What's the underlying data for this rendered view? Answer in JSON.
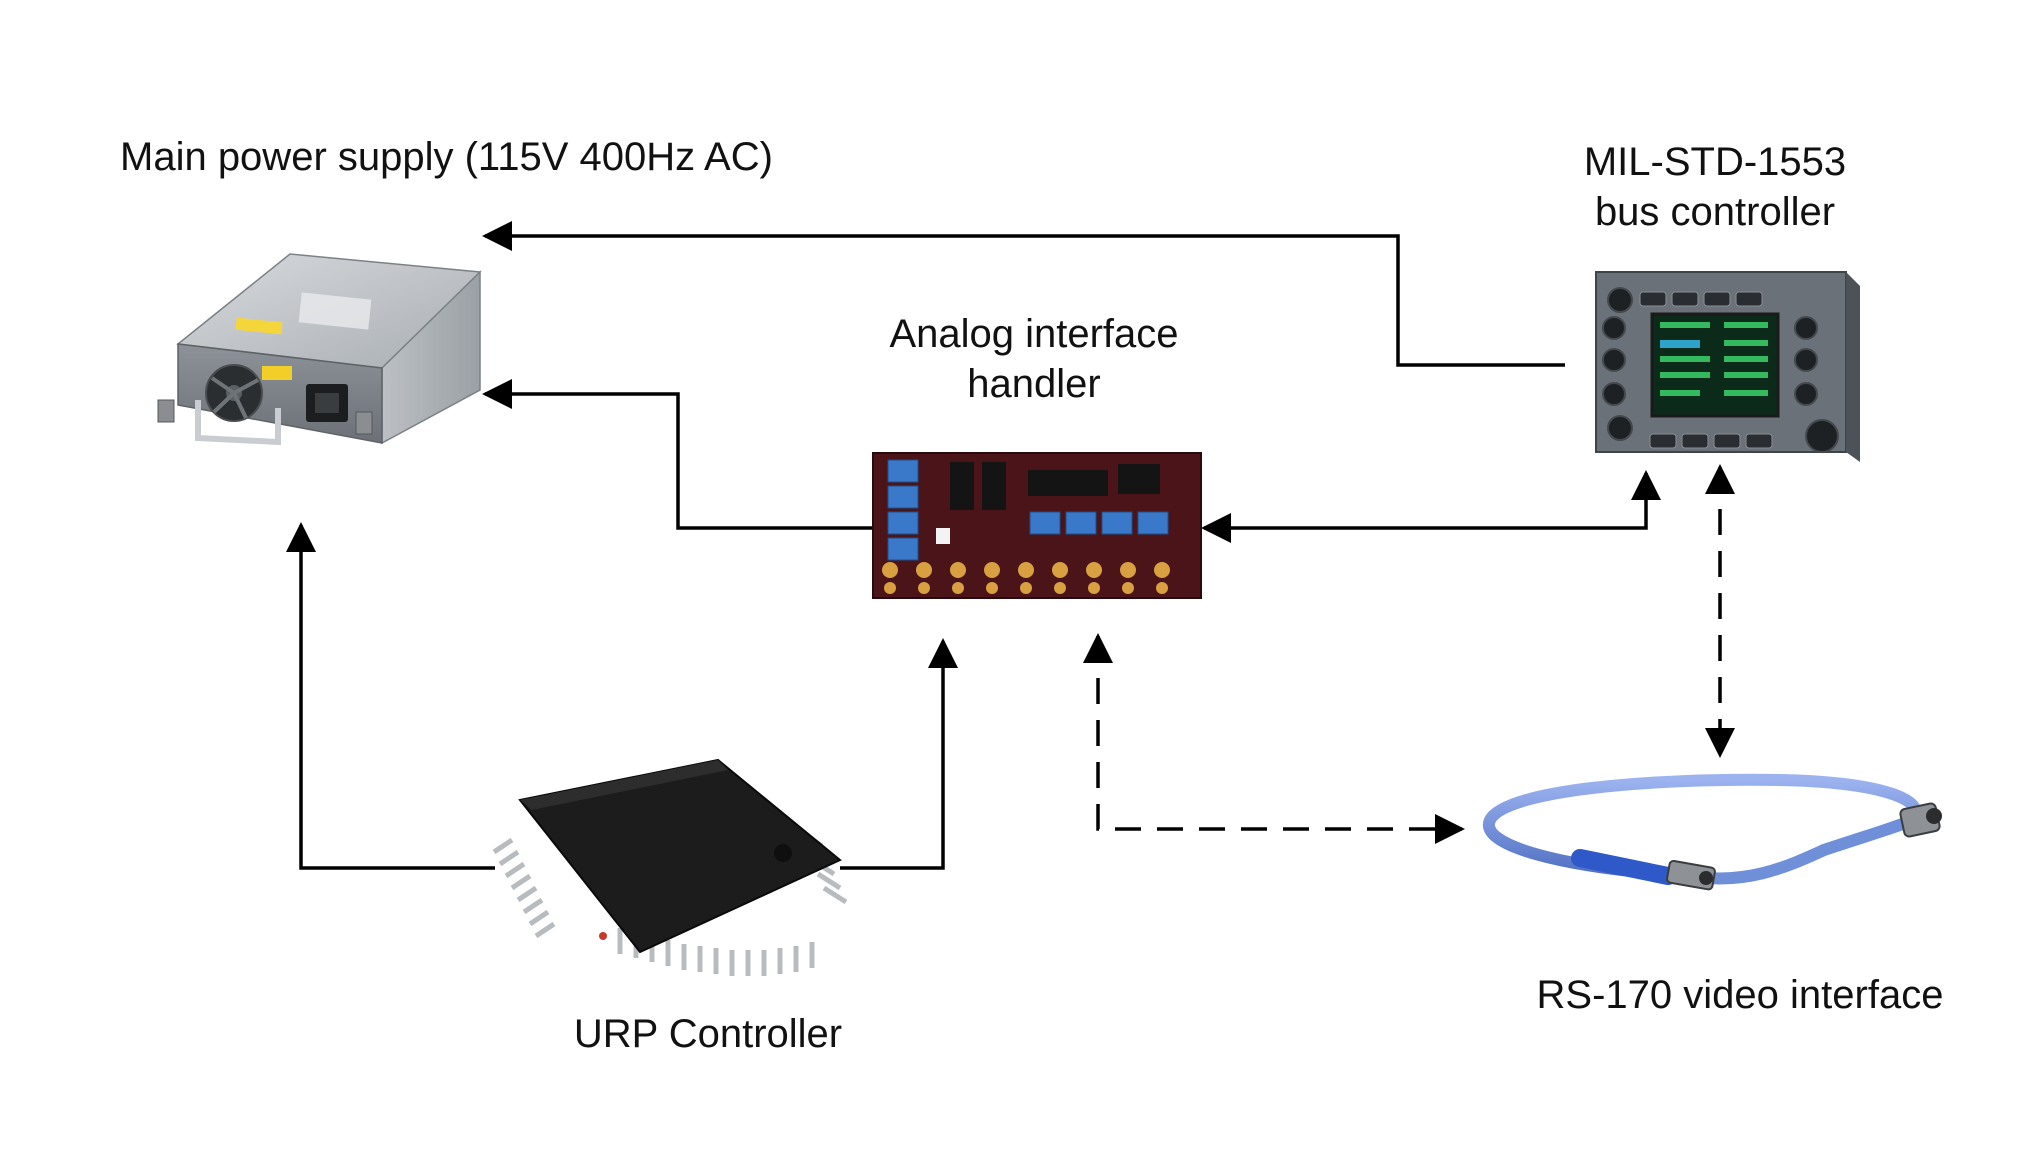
{
  "labels": {
    "power_supply": "Main power supply (115V 400Hz AC)",
    "bus_controller_line1": "MIL-STD-1553",
    "bus_controller_line2": "bus controller",
    "analog_handler_line1": "Analog interface",
    "analog_handler_line2": "handler",
    "urp_controller": "URP Controller",
    "video_interface": "RS-170 video interface"
  },
  "colors": {
    "line": "#000000",
    "psu_body": "#9ea3a8",
    "pcb": "#4a1418",
    "chip": "#1c1c1c",
    "cable": "#6f8fd8",
    "panel": "#5d646b",
    "screen": "#0b2a1a"
  }
}
